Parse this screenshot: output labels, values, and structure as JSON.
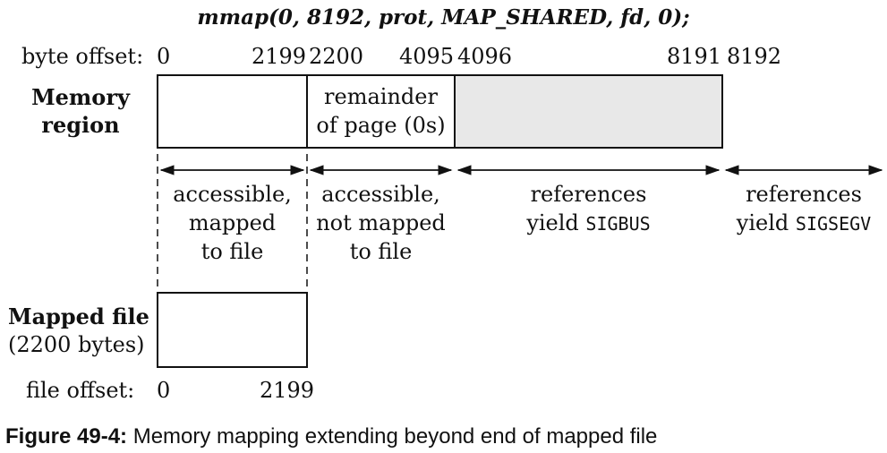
{
  "title": "mmap(0, 8192, prot, MAP_SHARED, fd, 0);",
  "byte_offset_label": "byte offset:",
  "byte_offsets": [
    "0",
    "2199",
    "2200",
    "4095",
    "4096",
    "8191",
    "8192"
  ],
  "memory_region_label": [
    "Memory",
    "region"
  ],
  "remainder_label": [
    "remainder",
    "of page (0s)"
  ],
  "regions": [
    {
      "line1": "accessible,",
      "line2": "mapped",
      "line3": "to file"
    },
    {
      "line1": "accessible,",
      "line2": "not mapped",
      "line3": "to file"
    },
    {
      "line1": "references",
      "line2_text": "yield ",
      "line2_code": "SIGBUS"
    },
    {
      "line1": "references",
      "line2_text": "yield ",
      "line2_code": "SIGSEGV"
    }
  ],
  "mapped_file_label": "Mapped file",
  "mapped_file_size": "(2200 bytes)",
  "file_offset_label": "file offset:",
  "file_offsets": [
    "0",
    "2199"
  ],
  "caption_label": "Figure 49-4:",
  "caption_text": " Memory mapping extending beyond end of mapped file",
  "colors": {
    "ink": "#111111",
    "shaded": "#e8e8e8",
    "box_fill": "#ffffff"
  }
}
